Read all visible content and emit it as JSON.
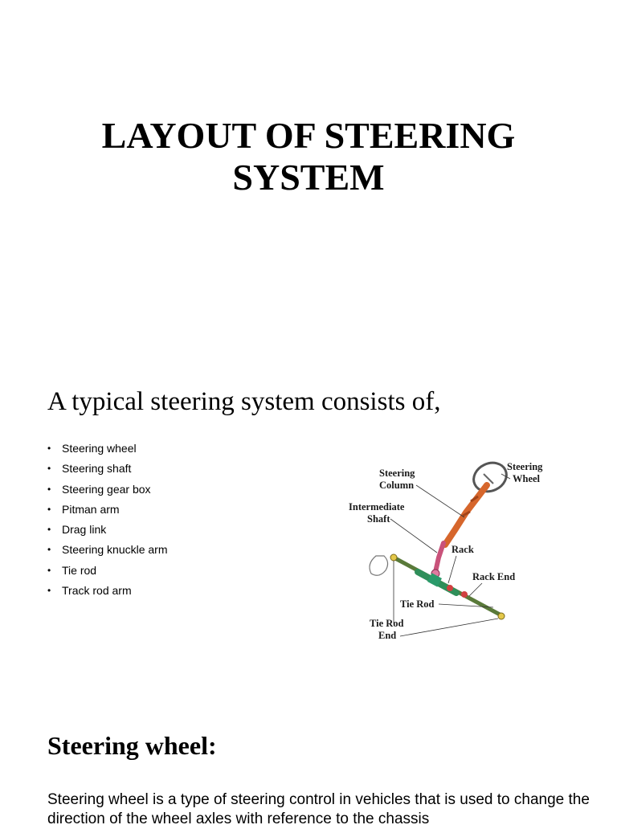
{
  "title": {
    "line1": "LAYOUT OF STEERING",
    "line2": "SYSTEM"
  },
  "intro": "A typical steering system consists of,",
  "components": [
    "Steering wheel",
    "Steering shaft",
    "Steering gear box",
    "Pitman arm",
    "Drag link",
    "Steering knuckle arm",
    "Tie rod",
    "Track rod arm"
  ],
  "diagram": {
    "labels": {
      "steering_column": [
        "Steering",
        "Column"
      ],
      "steering_wheel": [
        "Steering",
        "Wheel"
      ],
      "intermediate_shaft": [
        "Intermediate",
        "Shaft"
      ],
      "rack": "Rack",
      "rack_end": "Rack End",
      "tie_rod": "Tie Rod",
      "tie_rod_end": [
        "Tie Rod",
        "End"
      ]
    }
  },
  "section": {
    "heading": "Steering wheel:",
    "body": "Steering wheel is a type of steering control in vehicles that is used to change the direction of the wheel axles with reference to the chassis"
  }
}
